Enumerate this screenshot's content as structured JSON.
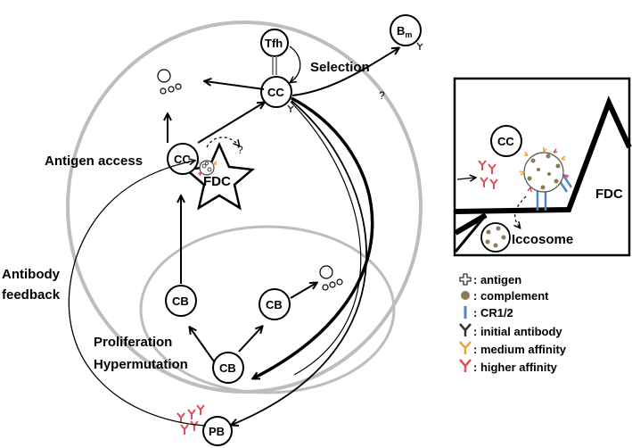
{
  "labels": {
    "selection": "Selection",
    "antigen_access": "Antigen access",
    "antibody": "Antibody",
    "feedback": "feedback",
    "proliferation": "Proliferation",
    "hypermutation": "Hypermutation",
    "fdc": "FDC",
    "fdc_inset": "FDC",
    "iccosome": "Iccosome",
    "question": "?"
  },
  "cells": {
    "tfh": "Tfh",
    "cc": "CC",
    "cb": "CB",
    "pb": "PB",
    "bm_main": "B",
    "bm_sub": "m"
  },
  "legend": {
    "antigen": ": antigen",
    "complement": ": complement",
    "cr12": ": CR1/2",
    "initial_antibody": ": initial antibody",
    "medium_affinity": ": medium affinity",
    "higher_affinity": ": higher affinity"
  },
  "colors": {
    "gray_ellipse": "#bdbdbd",
    "complement": "#8c7a55",
    "cr12": "#4f86c6",
    "initial": "#333333",
    "medium": "#e8a33a",
    "higher": "#e0505a"
  }
}
